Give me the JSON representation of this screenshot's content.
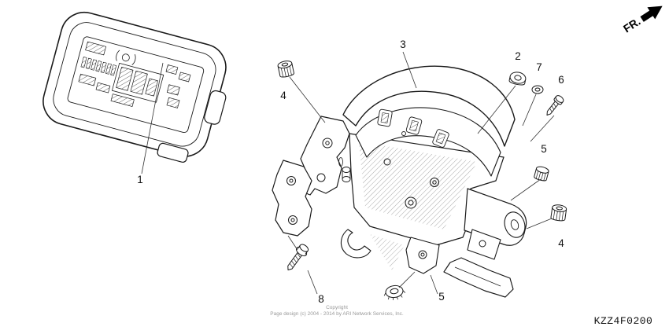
{
  "diagram": {
    "code": "KZZ4F0200",
    "direction_label": "FR.",
    "copyright": {
      "line1": "Copyright",
      "line2": "Page design (c) 2004 - 2014 by ARI Network Services, Inc."
    },
    "palette": {
      "ink": "#1a1a1a",
      "background": "#ffffff"
    },
    "callouts": [
      {
        "ref": "1",
        "part": "combination-meter"
      },
      {
        "ref": "2",
        "part": "meter-grommet-cap"
      },
      {
        "ref": "3",
        "part": "meter-bracket"
      },
      {
        "ref": "4",
        "part": "mount-grommet-front"
      },
      {
        "ref": "4",
        "part": "mount-grommet-rear"
      },
      {
        "ref": "5",
        "part": "clip-nut-right"
      },
      {
        "ref": "5",
        "part": "clip-nut-bottom"
      },
      {
        "ref": "6",
        "part": "screw"
      },
      {
        "ref": "7",
        "part": "washer"
      },
      {
        "ref": "8",
        "part": "flange-bolt"
      }
    ]
  }
}
